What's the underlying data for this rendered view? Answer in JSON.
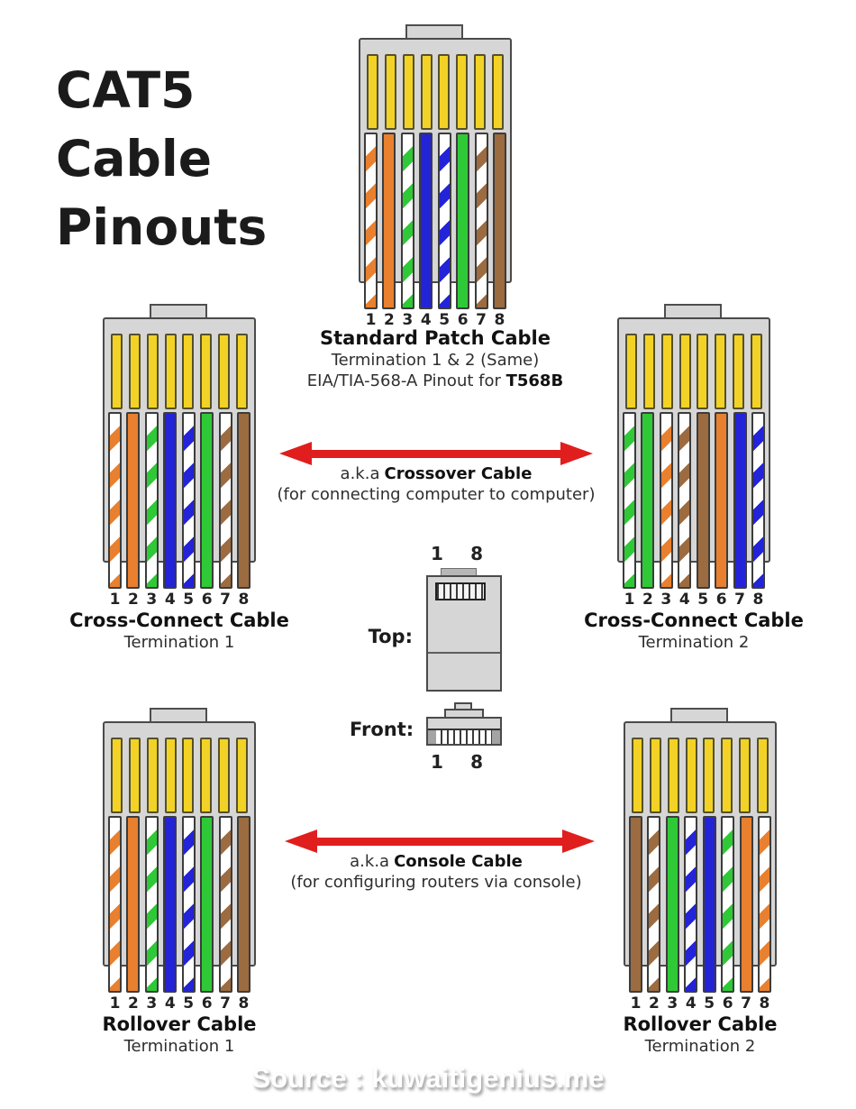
{
  "title": {
    "lines": [
      "CAT5",
      "Cable",
      "Pinouts"
    ]
  },
  "colors": {
    "orange": "#E8802F",
    "green": "#2FC937",
    "blue": "#2323D8",
    "brown": "#9C6B3F",
    "yellow": "#F2D226",
    "connector_gray": "#D6D6D6",
    "arrow_red": "#E01E1E"
  },
  "pin_numbers": [
    "1",
    "2",
    "3",
    "4",
    "5",
    "6",
    "7",
    "8"
  ],
  "connectors": {
    "patch": {
      "title": "Standard Patch Cable",
      "subtitle": "Termination 1 & 2 (Same)",
      "pinout_prefix": "EIA/TIA-568-A Pinout for ",
      "pinout_standard": "T568B",
      "pins": [
        "orange-stripe",
        "orange",
        "green-stripe",
        "blue",
        "blue-stripe",
        "green",
        "brown-stripe",
        "brown"
      ]
    },
    "cross1": {
      "title": "Cross-Connect Cable",
      "subtitle": "Termination 1",
      "pins": [
        "orange-stripe",
        "orange",
        "green-stripe",
        "blue",
        "blue-stripe",
        "green",
        "brown-stripe",
        "brown"
      ]
    },
    "cross2": {
      "title": "Cross-Connect Cable",
      "subtitle": "Termination 2",
      "pins": [
        "green-stripe",
        "green",
        "orange-stripe",
        "brown-stripe",
        "brown",
        "orange",
        "blue",
        "blue-stripe"
      ]
    },
    "roll1": {
      "title": "Rollover Cable",
      "subtitle": "Termination 1",
      "pins": [
        "orange-stripe",
        "orange",
        "green-stripe",
        "blue",
        "blue-stripe",
        "green",
        "brown-stripe",
        "brown"
      ]
    },
    "roll2": {
      "title": "Rollover Cable",
      "subtitle": "Termination 2",
      "pins": [
        "brown",
        "brown-stripe",
        "green",
        "blue-stripe",
        "blue",
        "green-stripe",
        "orange",
        "orange-stripe"
      ]
    }
  },
  "arrows": {
    "crossover": {
      "aka": "a.k.a",
      "name": "Crossover Cable",
      "description": "(for connecting computer to computer)"
    },
    "console": {
      "aka": "a.k.a",
      "name": "Console Cable",
      "description": "(for configuring routers via console)"
    }
  },
  "views": {
    "top_label": "Top:",
    "front_label": "Front:",
    "pin_first": "1",
    "pin_last": "8"
  },
  "footer": {
    "source": "Source : kuwaitigenius.me"
  }
}
